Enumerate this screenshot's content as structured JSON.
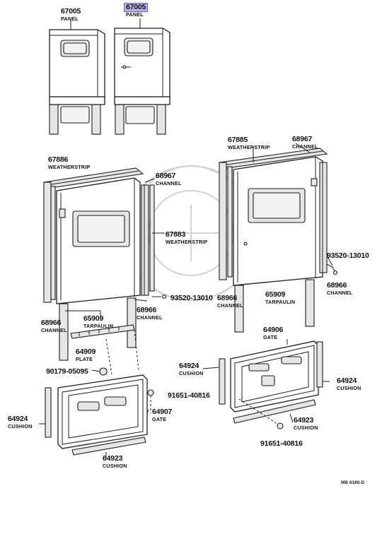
{
  "diagram": {
    "callouts": [
      {
        "id": "c1",
        "number": "67005",
        "name": "PANEL",
        "highlight": false
      },
      {
        "id": "c2",
        "number": "67005",
        "name": "PANEL",
        "highlight": true
      },
      {
        "id": "c3",
        "number": "67886",
        "name": "WEATHERSTRIP",
        "highlight": false
      },
      {
        "id": "c4",
        "number": "68967",
        "name": "CHANNEL",
        "highlight": false
      },
      {
        "id": "c5",
        "number": "67883",
        "name": "WEATHERSTRIP",
        "highlight": false
      },
      {
        "id": "c6",
        "number": "93520-13010",
        "name": "",
        "highlight": false
      },
      {
        "id": "c7",
        "number": "68966",
        "name": "CHANNEL",
        "highlight": false
      },
      {
        "id": "c8",
        "number": "65909",
        "name": "TARPAULIN",
        "highlight": false
      },
      {
        "id": "c9",
        "number": "68966",
        "name": "CHANNEL",
        "highlight": false
      },
      {
        "id": "c10",
        "number": "64909",
        "name": "PLATE",
        "highlight": false
      },
      {
        "id": "c11",
        "number": "90179-05095",
        "name": "",
        "highlight": false
      },
      {
        "id": "c12",
        "number": "91651-40816",
        "name": "",
        "highlight": false
      },
      {
        "id": "c13",
        "number": "64924",
        "name": "CUSHION",
        "highlight": false
      },
      {
        "id": "c14",
        "number": "64907",
        "name": "GATE",
        "highlight": false
      },
      {
        "id": "c15",
        "number": "64923",
        "name": "CUSHION",
        "highlight": false
      },
      {
        "id": "c16",
        "number": "67885",
        "name": "WEATHERSTRIP",
        "highlight": false
      },
      {
        "id": "c17",
        "number": "68967",
        "name": "CHANNEL",
        "highlight": false
      },
      {
        "id": "c18",
        "number": "93520-13010",
        "name": "",
        "highlight": false
      },
      {
        "id": "c19",
        "number": "68966",
        "name": "CHANNEL",
        "highlight": false
      },
      {
        "id": "c20",
        "number": "65909",
        "name": "TARPAULIN",
        "highlight": false
      },
      {
        "id": "c21",
        "number": "68966",
        "name": "CHANNEL",
        "highlight": false
      },
      {
        "id": "c22",
        "number": "64906",
        "name": "GATE",
        "highlight": false
      },
      {
        "id": "c23",
        "number": "64924",
        "name": "CUSHION",
        "highlight": false
      },
      {
        "id": "c24",
        "number": "64924",
        "name": "CUSHION",
        "highlight": false
      },
      {
        "id": "c25",
        "number": "64923",
        "name": "CUSHION",
        "highlight": false
      },
      {
        "id": "c26",
        "number": "91651-40816",
        "name": "",
        "highlight": false
      }
    ],
    "reference_code": "MB 6180-D"
  }
}
